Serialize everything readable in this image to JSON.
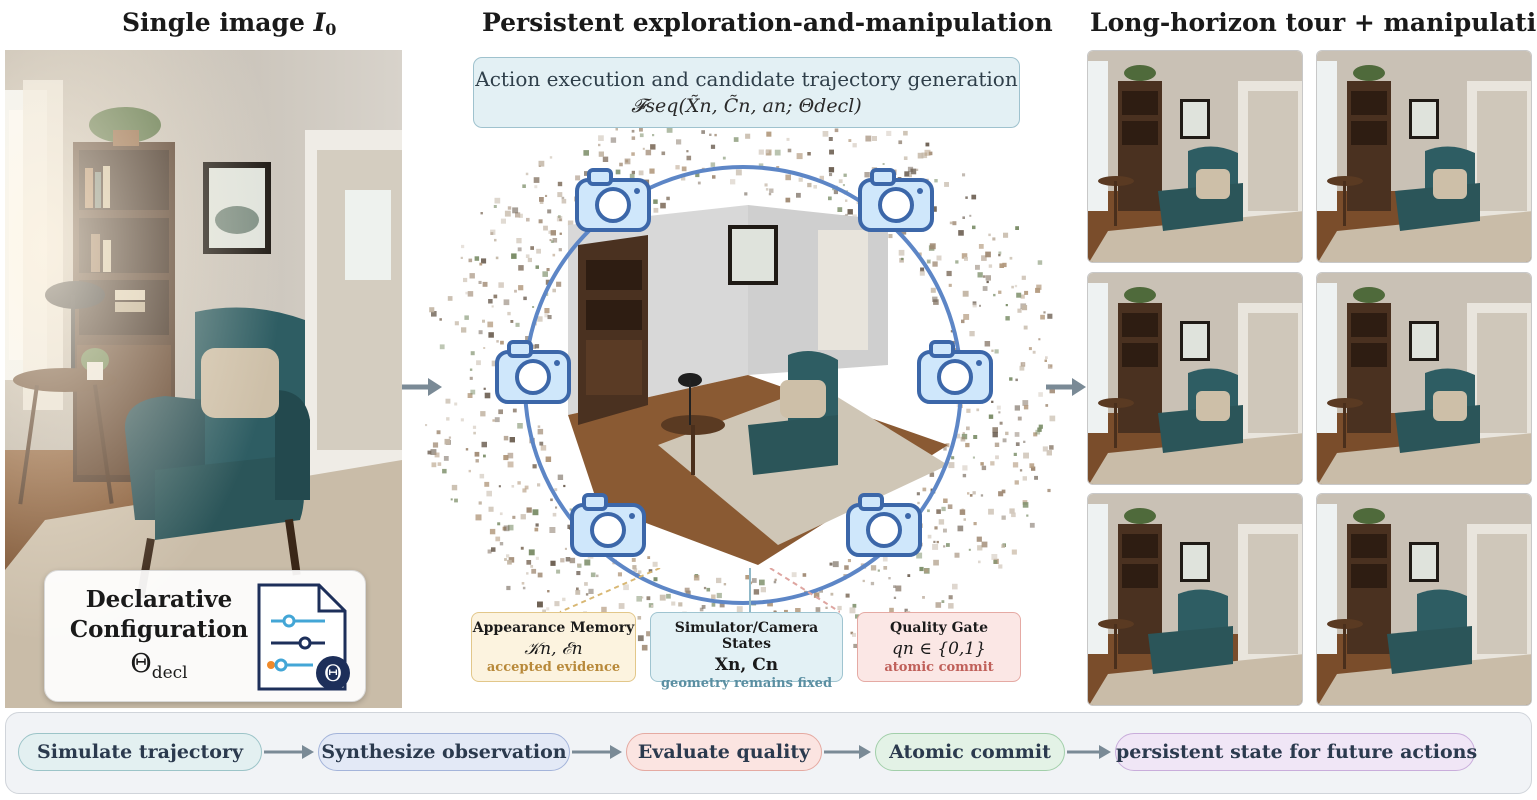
{
  "titles": {
    "left_text": "Single image ",
    "left_symbol": "I",
    "left_sub": "0",
    "middle": "Persistent exploration-and-manipulation",
    "right": "Long-horizon tour + manipulation"
  },
  "declarative": {
    "line1": "Declarative",
    "line2": "Configuration",
    "symbol": "Θ",
    "symbol_sub": "decl",
    "badge": "Θ"
  },
  "action_box": {
    "title": "Action execution and candidate trajectory generation",
    "formula": "𝓕seq(X̃n, C̃n, an; Θdecl)"
  },
  "memory_boxes": [
    {
      "title": "Appearance Memory",
      "formula": "𝒦n, ℰn",
      "note": "accepted evidence",
      "bg": "#fcf3df",
      "border": "#e2c78a",
      "note_color": "#b8893a"
    },
    {
      "title": "Simulator/Camera States",
      "formula": "Xn,  Cn",
      "note": "geometry remains fixed",
      "bg": "#e3f1f5",
      "border": "#9fc4d0",
      "note_color": "#5b8fa2"
    },
    {
      "title": "Quality Gate",
      "formula": "qn ∈ {0,1}",
      "note": "atomic commit",
      "bg": "#fbe7e5",
      "border": "#e5aaa4",
      "note_color": "#c0605a"
    }
  ],
  "pipeline": [
    {
      "label": "Simulate trajectory",
      "bg": "#e3f0f1",
      "border": "#9cc4c8"
    },
    {
      "label": "Synthesize observation",
      "bg": "#e3e9f6",
      "border": "#a4b4da"
    },
    {
      "label": "Evaluate quality",
      "bg": "#fbe4e1",
      "border": "#e5aaa2"
    },
    {
      "label": "Atomic commit",
      "bg": "#e3f2e6",
      "border": "#a2cfaa"
    },
    {
      "label": "persistent state for future actions",
      "bg": "#f0e6f6",
      "border": "#c9addb"
    }
  ],
  "colors": {
    "camera_fill": "#cfe7fb",
    "camera_stroke": "#3c67a9",
    "orbit": "#5d86c6",
    "chair": "#2e5d63",
    "arrow": "#7a8a96"
  }
}
